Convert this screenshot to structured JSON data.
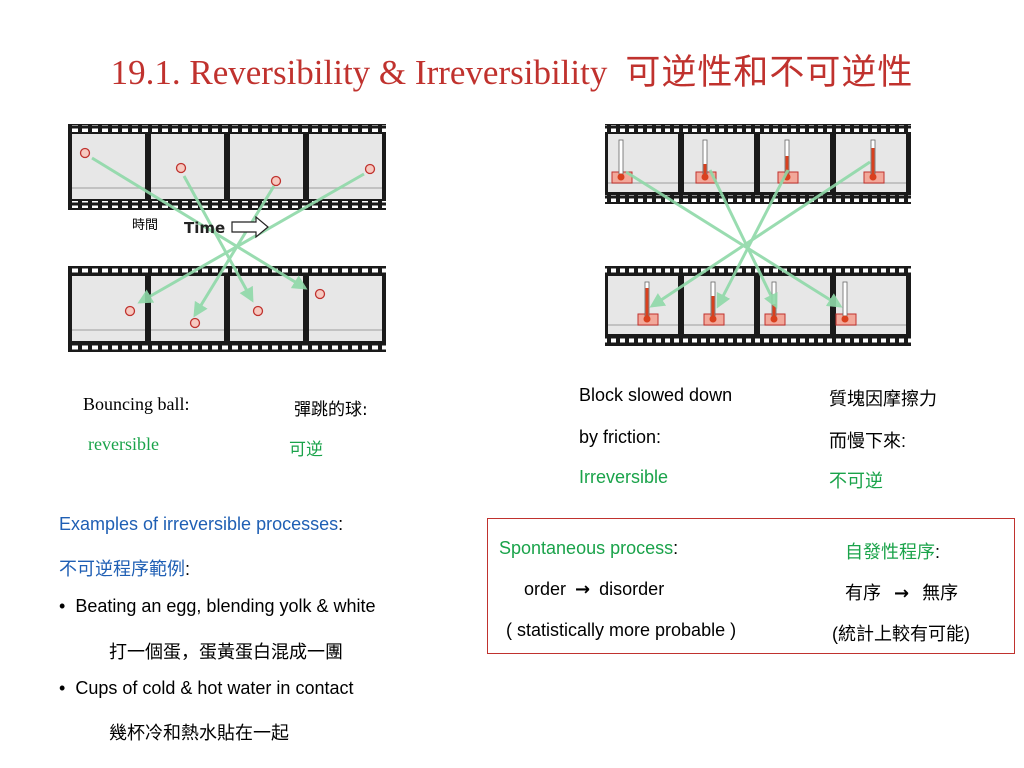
{
  "slide": {
    "title_en": "19.1. Reversibility & Irreversibility",
    "title_zh": "可逆性和不可逆性"
  },
  "ball_panel": {
    "time_label_zh": "時間",
    "time_label_en": "Time",
    "caption_en": "Bouncing ball:",
    "caption_zh": "彈跳的球:",
    "status_en": "reversible",
    "status_zh": "可逆"
  },
  "block_panel": {
    "line1_en": "Block slowed down",
    "line1_zh": "質塊因摩擦力",
    "line2_en": "by friction:",
    "line2_zh": "而慢下來:",
    "status_en": "Irreversible",
    "status_zh": "不可逆"
  },
  "examples": {
    "heading_en": "Examples of irreversible processes",
    "heading_zh": "不可逆程序範例",
    "items": [
      {
        "en": "Beating an egg, blending yolk & white",
        "zh": "打一個蛋，蛋黃蛋白混成一團"
      },
      {
        "en": "Cups of cold & hot water in contact",
        "zh": "幾杯冷和熱水貼在一起"
      }
    ]
  },
  "spontaneous": {
    "heading_en": "Spontaneous process",
    "heading_zh": "自發性程序",
    "order_en": "order",
    "disorder_en": "disorder",
    "order_zh": "有序",
    "disorder_zh": "無序",
    "note_en": "( statistically more probable )",
    "note_zh": "(統計上較有可能)"
  },
  "colors": {
    "title": "#c0322e",
    "green": "#1aa34a",
    "blue": "#1f5fb4",
    "arrow_green": "#8fd9a8",
    "ball_fill": "#f6c9c0",
    "ball_stroke": "#c0322e"
  }
}
